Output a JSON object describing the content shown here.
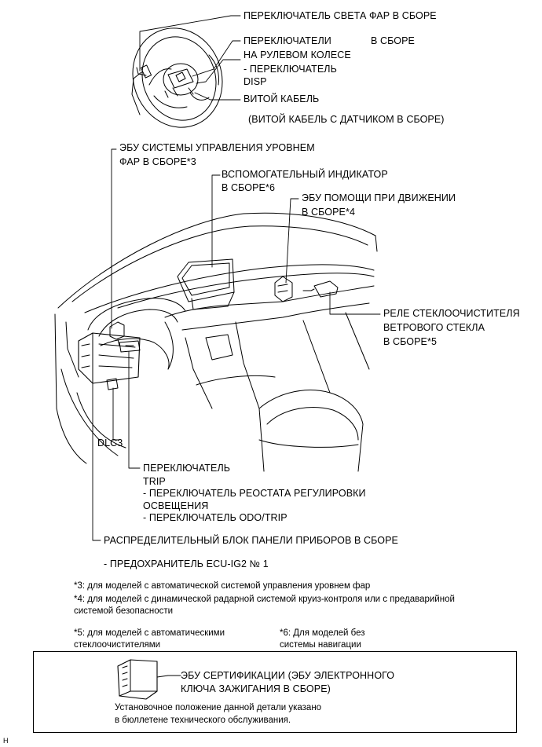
{
  "labels": {
    "headlight_switch": "ПЕРЕКЛЮЧАТЕЛЬ СВЕТА ФАР В СБОРЕ",
    "steering_pad_switch_line1": "ПЕРЕКЛЮЧАТЕЛИ",
    "steering_pad_switch_assy": "В СБОРЕ",
    "steering_pad_switch_line2": "НА РУЛЕВОМ КОЛЕСЕ",
    "disp_switch_line1": "- ПЕРЕКЛЮЧАТЕЛЬ",
    "disp_switch_line2": "DISP",
    "spiral_cable": "ВИТОЙ КАБЕЛЬ",
    "spiral_cable_sensor": "(ВИТОЙ КАБЕЛЬ С ДАТЧИКОМ В СБОРЕ)",
    "leveling_ecu_line1": "ЭБУ СИСТЕМЫ УПРАВЛЕНИЯ УРОВНЕМ",
    "leveling_ecu_line2": "ФАР В СБОРЕ*3",
    "aux_indicator_line1": "ВСПОМОГАТЕЛЬНЫЙ ИНДИКАТОР",
    "aux_indicator_line2": "В СБОРЕ*6",
    "driving_support_ecu_line1": "ЭБУ ПОМОЩИ ПРИ ДВИЖЕНИИ",
    "driving_support_ecu_line2": "В СБОРЕ*4",
    "wiper_relay_line1": "РЕЛЕ СТЕКЛООЧИСТИТЕЛЯ",
    "wiper_relay_line2": "ВЕТРОВОГО СТЕКЛА",
    "wiper_relay_line3": "В СБОРЕ*5",
    "dlc3": "DLC3",
    "trip_switch_line1": "ПЕРЕКЛЮЧАТЕЛЬ",
    "trip_switch_line2": "TRIP",
    "rheostat_line1": "- ПЕРЕКЛЮЧАТЕЛЬ РЕОСТАТА РЕГУЛИРОВКИ",
    "rheostat_line2": "ОСВЕЩЕНИЯ",
    "odo_trip": "- ПЕРЕКЛЮЧАТЕЛЬ ODO/TRIP",
    "junction_block": "РАСПРЕДЕЛИТЕЛЬНЫЙ БЛОК ПАНЕЛИ ПРИБОРОВ В СБОРЕ",
    "fuse": "- ПРЕДОХРАНИТЕЛЬ ECU-IG2 № 1"
  },
  "notes": {
    "n3": "*3: для моделей с автоматической системой управления уровнем фар",
    "n4_line1": "*4: для моделей с динамической радарной системой круиз-контроля или с предаварийной",
    "n4_line2": "системой безопасности",
    "n5_line1": "*5: для моделей с автоматическими",
    "n5_line2": "стеклоочистителями",
    "n6_line1": "*6: Для моделей без",
    "n6_line2": "системы навигации"
  },
  "box": {
    "cert_ecu_line1": "ЭБУ СЕРТИФИКАЦИИ (ЭБУ ЭЛЕКТРОННОГО",
    "cert_ecu_line2": "КЛЮЧА ЗАЖИГАНИЯ В СБОРЕ)",
    "install_note_line1": "Установочное положение данной детали указано",
    "install_note_line2": "в бюллетене технического обслуживания."
  },
  "corner_mark": "H"
}
